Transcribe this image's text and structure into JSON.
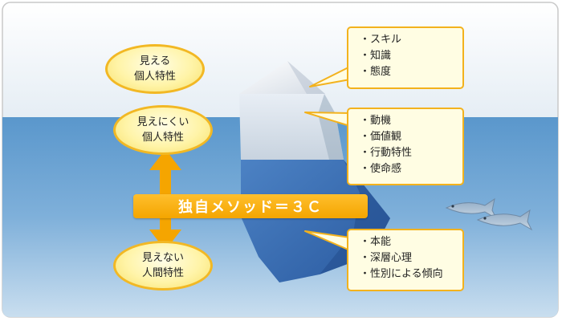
{
  "visible_traits": {
    "line1": "見える",
    "line2": "個人特性"
  },
  "less_visible_traits": {
    "line1": "見えにくい",
    "line2": "個人特性"
  },
  "invisible_traits": {
    "line1": "見えない",
    "line2": "人間特性"
  },
  "method_banner": "独自メソッド＝３Ｃ",
  "callout_top": {
    "items": [
      "スキル",
      "知識",
      "態度"
    ]
  },
  "callout_middle": {
    "items": [
      "動機",
      "価値観",
      "行動特性",
      "使命感"
    ]
  },
  "callout_bottom": {
    "items": [
      "本能",
      "深層心理",
      "性別による傾向"
    ]
  },
  "colors": {
    "accent": "#f5a500",
    "callout_border": "#f3b21d",
    "ellipse_fill": "#fff4a8",
    "sea": "#3d7fbf",
    "iceberg_deep": "#2f5ea6"
  }
}
